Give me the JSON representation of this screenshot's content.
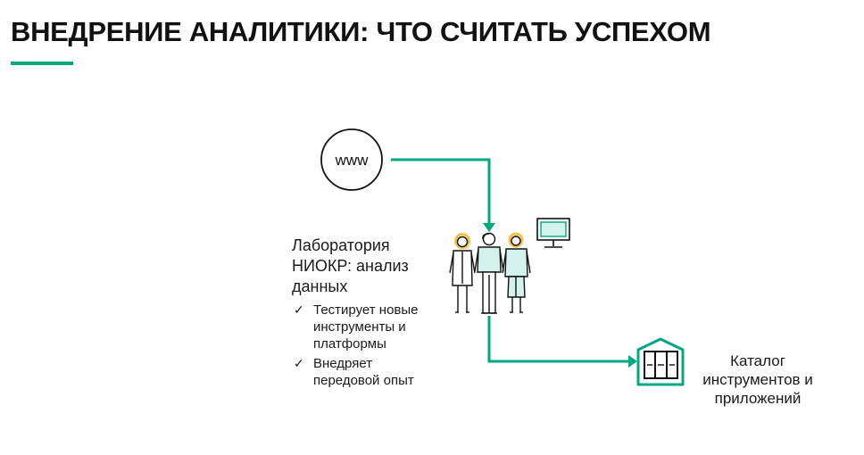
{
  "header": {
    "title": "ВНЕДРЕНИЕ АНАЛИТИКИ: ЧТО СЧИТАТЬ УСПЕХОМ"
  },
  "diagram": {
    "www_label": "www",
    "lab": {
      "title_lines": [
        "Лаборатория",
        "НИОКР: анализ",
        "данных"
      ],
      "bullets": [
        {
          "lines": [
            "Тестирует новые",
            "инструменты и",
            "платформы"
          ]
        },
        {
          "lines": [
            "Внедряет",
            "передовой опыт"
          ]
        }
      ],
      "check_symbol": "✓"
    },
    "catalog": {
      "lines": [
        "Каталог",
        "инструментов и",
        "приложений"
      ]
    },
    "icons": [
      "www-circle-icon",
      "people-group-icon",
      "monitor-icon",
      "catalog-cabinet-icon",
      "arrow-icon"
    ]
  },
  "colors": {
    "accent": "#01a982",
    "people_fill": "#d4f2ec",
    "hair_yellow": "#f5c242",
    "text": "#1a1a1a"
  }
}
